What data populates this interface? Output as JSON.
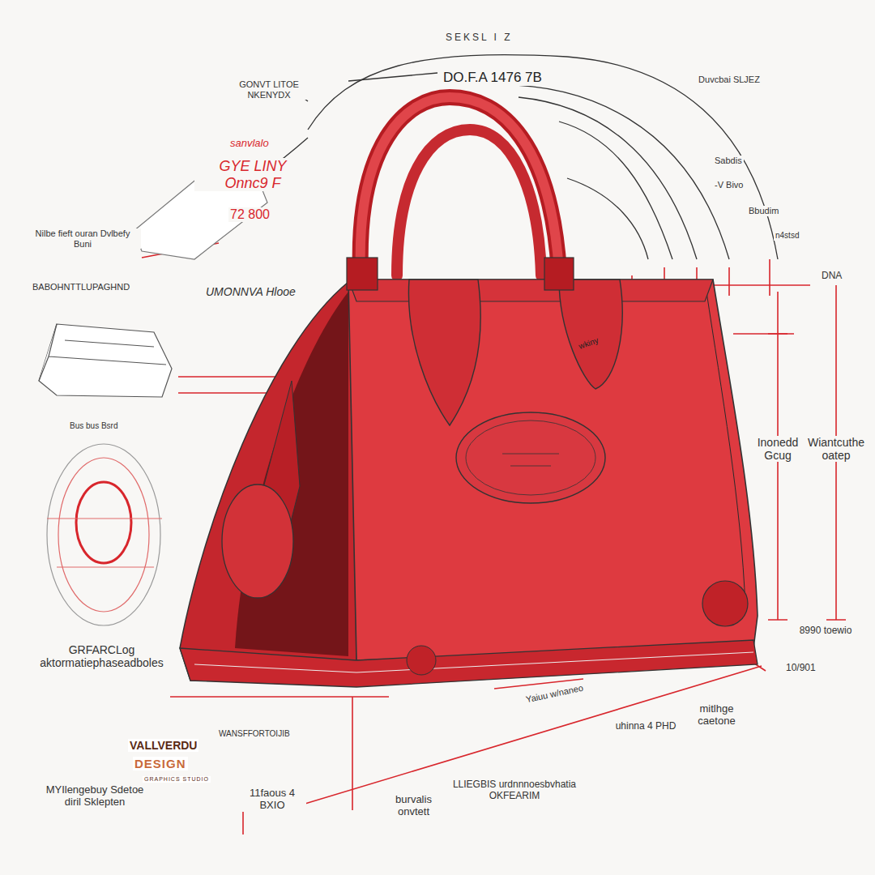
{
  "diagram": {
    "labels": [
      "SEKSL I Z",
      "DO.F.A 1476 7B",
      "GONVT LITOE NKENYDX",
      "Duvcbai SLJEZ",
      "sanvlalo",
      "GYE LINY Onnc9 F",
      "72 800",
      "Nilbe fieft ouran Dvlbefy Buni",
      "Sabdis",
      "-V Bivo",
      "Bbudim",
      "n4stsd",
      "BABOHNTTLUPAGHND",
      "UMONNVA Hlooe",
      "DNA",
      "Inonedd Gcug",
      "Wiantcuthe oatep",
      "Bus bus Bsrd",
      "GRFARCLog aktormatiephaseadboles",
      "8990 toewio",
      "10/901",
      "Yaiuu w/naneo",
      "uhinna 4 PHD",
      "mitlhge caetone",
      "WANSFFORTOIJIB",
      "MYIlengebuy Sdetoe diril Sklepten",
      "11faous 4 BXIO",
      "burvalis onvtett",
      "LLIEGBIS urdnnnoesbvhatia OKFEARIM",
      "wkiny",
      "VALLVERDU",
      "DESIGN",
      "GRAPHICS STUDIO"
    ]
  }
}
